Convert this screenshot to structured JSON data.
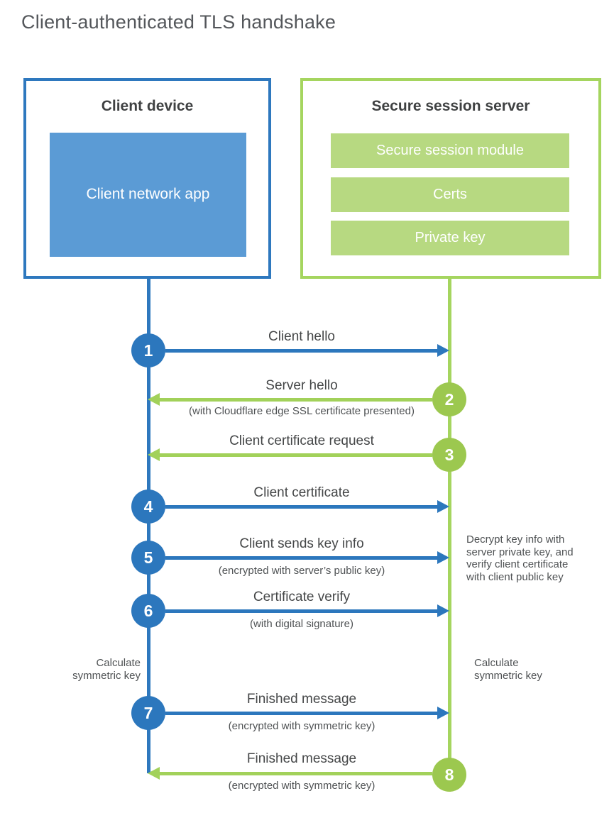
{
  "title": "Client-authenticated TLS handshake",
  "colors": {
    "client_blue": "#2e78be",
    "client_app_fill": "#5b9bd5",
    "server_green": "#a5d55f",
    "server_circle_green": "#9cc84f",
    "server_module_fill": "#b7d981"
  },
  "client": {
    "title": "Client device",
    "app": "Client network app"
  },
  "server": {
    "title": "Secure session server",
    "modules": [
      "Secure session module",
      "Certs",
      "Private key"
    ]
  },
  "steps": [
    {
      "num": "1",
      "label": "Client hello",
      "sublabel": "",
      "from": "client",
      "to": "server"
    },
    {
      "num": "2",
      "label": "Server hello",
      "sublabel": "(with Cloudflare edge SSL certificate presented)",
      "from": "server",
      "to": "client"
    },
    {
      "num": "3",
      "label": "Client certificate request",
      "sublabel": "",
      "from": "server",
      "to": "client"
    },
    {
      "num": "4",
      "label": "Client certificate",
      "sublabel": "",
      "from": "client",
      "to": "server"
    },
    {
      "num": "5",
      "label": "Client sends key info",
      "sublabel": "(encrypted with server’s public key)",
      "from": "client",
      "to": "server"
    },
    {
      "num": "6",
      "label": "Certificate verify",
      "sublabel": "(with digital signature)",
      "from": "client",
      "to": "server"
    },
    {
      "num": "7",
      "label": "Finished message",
      "sublabel": "(encrypted with symmetric key)",
      "from": "client",
      "to": "server"
    },
    {
      "num": "8",
      "label": "Finished message",
      "sublabel": "(encrypted with symmetric key)",
      "from": "server",
      "to": "client"
    }
  ],
  "notes": {
    "client_calculate": "Calculate\nsymmetric key",
    "server_calculate": "Calculate\nsymmetric key",
    "server_decrypt": "Decrypt key info with server private key, and verify client certificate with client public key"
  }
}
